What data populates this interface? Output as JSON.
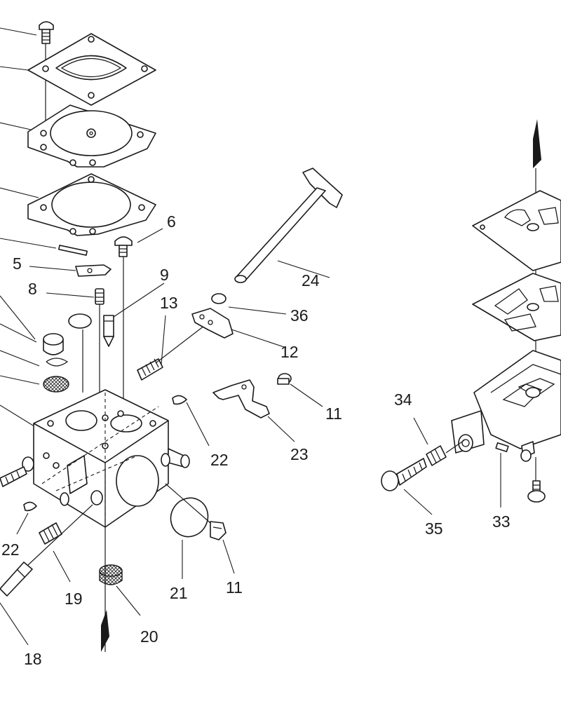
{
  "callouts": {
    "c5": "5",
    "c6": "6",
    "c8": "8",
    "c9": "9",
    "c11a": "11",
    "c11b": "11",
    "c12": "12",
    "c13": "13",
    "c18": "18",
    "c19": "19",
    "c20": "20",
    "c21": "21",
    "c22a": "22",
    "c22b": "22",
    "c23": "23",
    "c24": "24",
    "c33": "33",
    "c34": "34",
    "c35": "35",
    "c36": "36"
  },
  "colors": {
    "ink": "#1a1a1a",
    "paper": "#ffffff"
  }
}
